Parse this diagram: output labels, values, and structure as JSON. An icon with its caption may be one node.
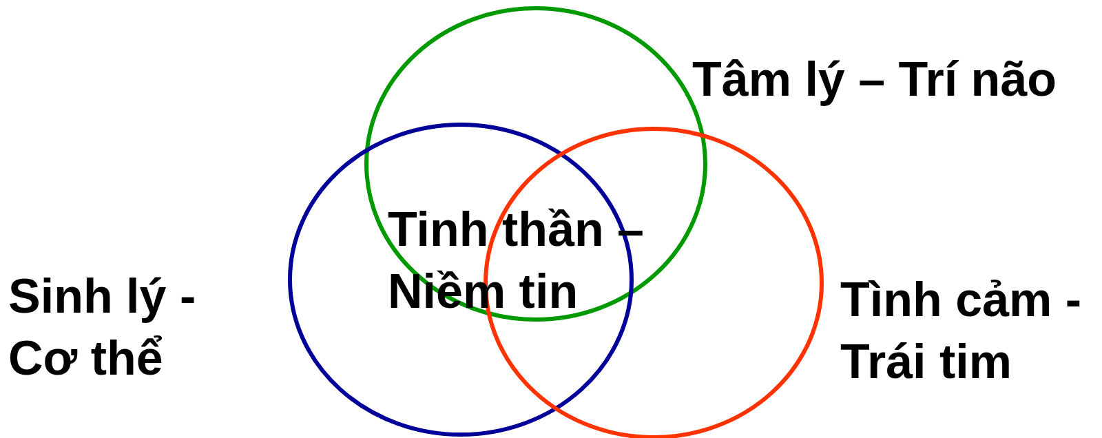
{
  "diagram": {
    "nodes": [
      {
        "text": [
          "Tâm lý – Trí não"
        ]
      },
      {
        "text": [
          "Sinh lý - Cơ thể"
        ]
      },
      {
        "text": [
          "Tình cảm - Trái tim"
        ]
      }
    ],
    "labels": [
      "Tinh thần – Niềm tin"
    ]
  }
}
